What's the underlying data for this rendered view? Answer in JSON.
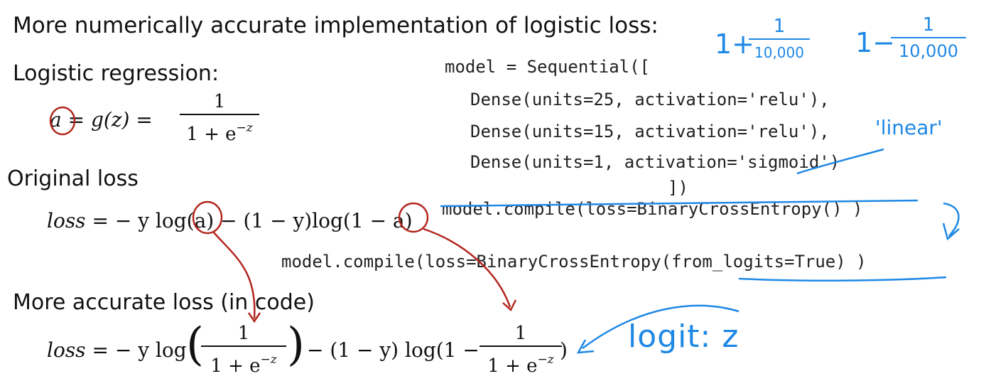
{
  "title": "More numerically accurate implementation of logistic loss:",
  "sections": {
    "logistic_regression": "Logistic regression:",
    "original_loss": "Original loss",
    "accurate_loss": "More accurate loss (in code)"
  },
  "formulas": {
    "sigmoid_lhs": "a = g(z) =",
    "sigmoid_num": "1",
    "sigmoid_den": "1 + e",
    "exp": "−z",
    "loss_word": "loss",
    "original_rhs": "= − y log(a) − (1 − y)log(1 − a)",
    "acc_eq": "= − y log",
    "acc_mid": "− (1 − y) log(1 −",
    "acc_num": "1",
    "acc_den": "1 + e"
  },
  "code": {
    "line1": "model = Sequential([",
    "line2": "Dense(units=25, activation='relu'),",
    "line3": "Dense(units=15, activation='relu'),",
    "line4": "Dense(units=1, activation='sigmoid')",
    "line5": "])",
    "compile_old": "model.compile(loss=BinaryCrossEntropy() )",
    "compile_new": "model.compile(loss=BinaryCrossEntropy(from_logits=True) )"
  },
  "annotations": {
    "one_plus": "1+",
    "one_minus": "1−",
    "num": "1",
    "den": "10,000",
    "linear": "'linear'",
    "logit": "logit: z"
  },
  "colors": {
    "blue_ink": "#1e88e5",
    "red_ink": "#b3261e"
  }
}
